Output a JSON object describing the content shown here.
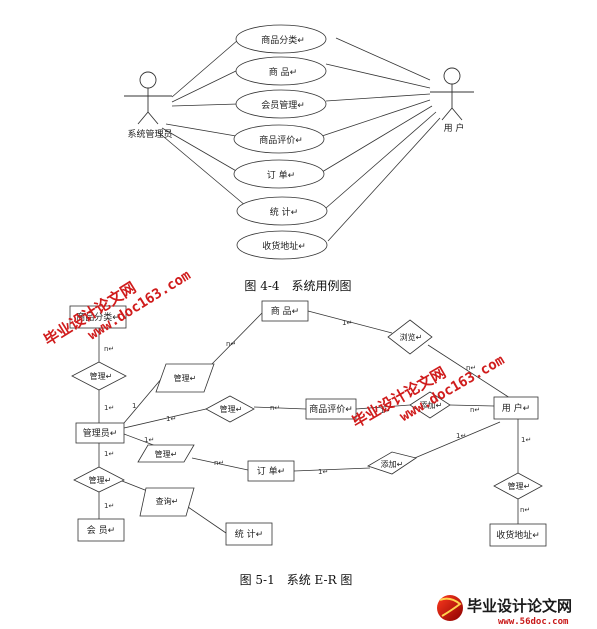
{
  "use_case": {
    "actors": {
      "admin": "系统管理员",
      "user": "用 户"
    },
    "use_cases": [
      "商品分类↵",
      "商 品↵",
      "会员管理↵",
      "商品评价↵",
      "订 单↵",
      "统 计↵",
      "收货地址↵"
    ],
    "caption": "图 4-4　系统用例图"
  },
  "er": {
    "entities": {
      "category": "商品分类↵",
      "product": "商 品↵",
      "admin": "管理员↵",
      "review": "商品评价↵",
      "user": "用 户↵",
      "order": "订 单↵",
      "member": "会 员↵",
      "stats": "统 计↵",
      "address": "收货地址↵"
    },
    "relations": {
      "manage_category": "管理↵",
      "manage_product": "管理↵",
      "manage_review": "管理↵",
      "manage_order": "管理↵",
      "manage_member": "管理↵",
      "query": "查询↵",
      "browse": "浏览↵",
      "add_review": "添加↵",
      "add_order": "添加↵",
      "manage_address": "管理↵"
    },
    "cardinalities": [
      "n↵",
      "1↵",
      "1",
      "n↵",
      "1↵",
      "n↵",
      "1↵",
      "n↵",
      "1↵",
      "n↵",
      "1↵",
      "n↵",
      "1↵",
      "1↵",
      "1↵",
      "n↵",
      "1↵",
      "1↵"
    ],
    "caption": "图 5-1　系统 E-R 图"
  },
  "watermarks": {
    "site_a": "毕业设计论文网",
    "url_a": "www.doc163.com",
    "site_b": "毕业设计论文网",
    "url_b": "www.doc163.com",
    "logo_text": "毕业设计论文网",
    "logo_url": "www.56doc.com"
  }
}
